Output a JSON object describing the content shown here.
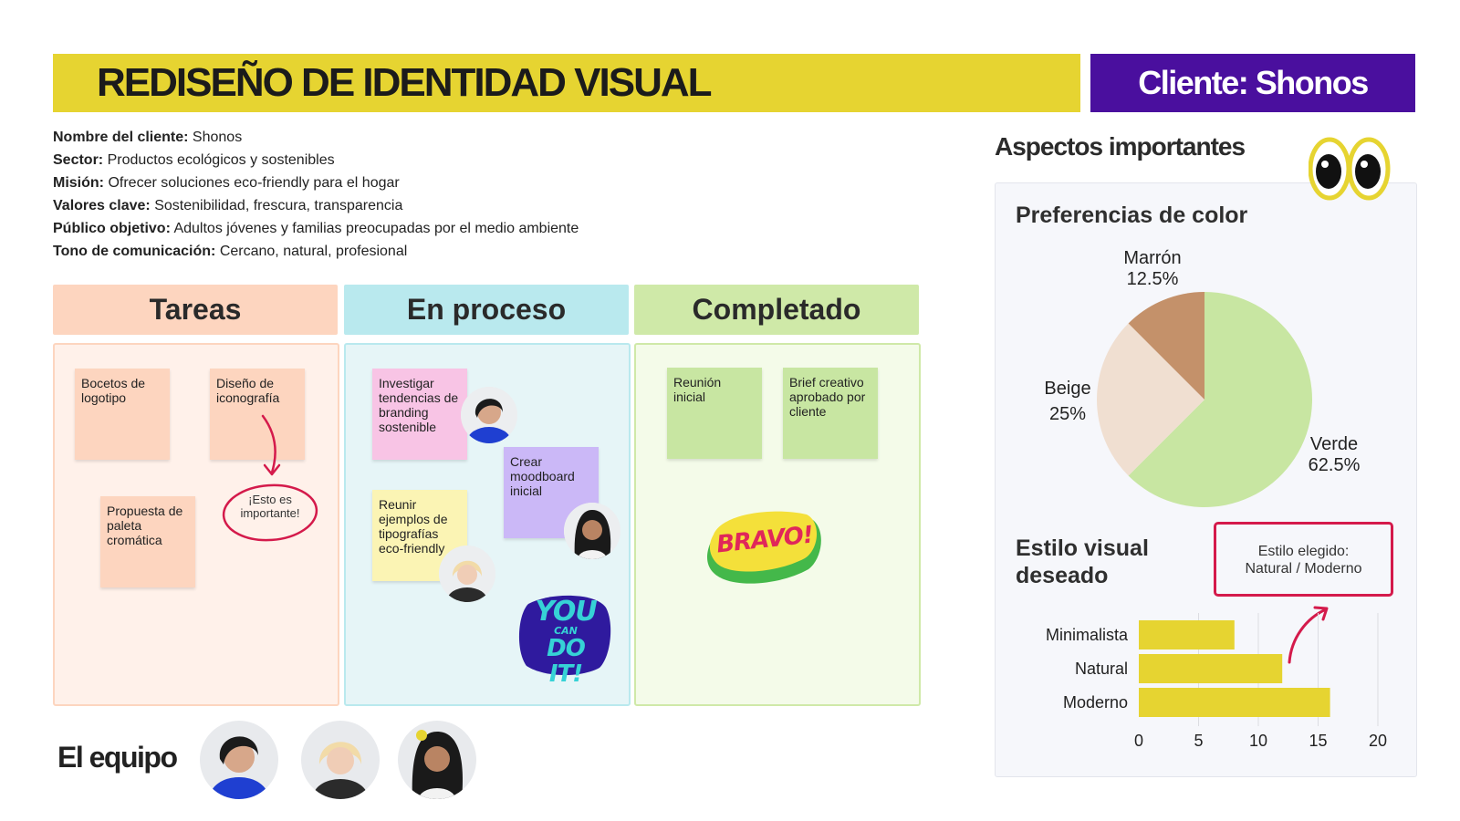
{
  "header": {
    "title": "REDISEÑO DE IDENTIDAD VISUAL",
    "client": "Cliente: Shonos"
  },
  "info": [
    {
      "key": "Nombre del cliente:",
      "value": " Shonos"
    },
    {
      "key": "Sector:",
      "value": " Productos ecológicos y sostenibles"
    },
    {
      "key": "Misión:",
      "value": " Ofrecer soluciones eco-friendly para el hogar"
    },
    {
      "key": "Valores clave:",
      "value": " Sostenibilidad, frescura, transparencia"
    },
    {
      "key": "Público objetivo:",
      "value": " Adultos jóvenes y familias preocupadas por el medio ambiente"
    },
    {
      "key": "Tono de comunicación:",
      "value": " Cercano, natural, profesional"
    }
  ],
  "board": {
    "columns": [
      {
        "title": "Tareas",
        "color": "#fdd5bf",
        "body_color": "#fff1ea",
        "notes": [
          "Bocetos de logotipo",
          "Diseño de iconografía",
          "Propuesta de paleta cromática"
        ],
        "annotation": "¡Esto es importante!"
      },
      {
        "title": "En proceso",
        "color": "#b9e9ee",
        "body_color": "#e6f5f7",
        "notes": [
          "Investigar tendencias de branding sostenible",
          "Crear moodboard inicial",
          "Reunir ejemplos de tipografías eco-friendly"
        ],
        "sticker": {
          "line1": "YOU",
          "line2": "CAN",
          "line3": "DO IT!"
        }
      },
      {
        "title": "Completado",
        "color": "#cfe9a8",
        "body_color": "#f4fbe9",
        "notes": [
          "Reunión inicial",
          "Brief creativo aprobado por cliente"
        ],
        "sticker": {
          "text": "BRAVO!"
        }
      }
    ]
  },
  "aspects": {
    "title": "Aspectos importantes",
    "eyes_icon": "eyes-icon"
  },
  "chart_data": [
    {
      "type": "pie",
      "title": "Preferencias de color",
      "slices": [
        {
          "label": "Verde",
          "display": "62.5%",
          "value": 62.5,
          "color": "#c8e6a2"
        },
        {
          "label": "Beige",
          "display": "25%",
          "value": 25,
          "color": "#f0dfd1"
        },
        {
          "label": "Marrón",
          "display": "12.5%",
          "value": 12.5,
          "color": "#c4916a"
        }
      ]
    },
    {
      "type": "bar",
      "orientation": "horizontal",
      "title": "Estilo visual deseado",
      "categories": [
        "Minimalista",
        "Natural",
        "Moderno"
      ],
      "values": [
        8,
        12,
        16
      ],
      "xlim": [
        0,
        20
      ],
      "xticks": [
        0,
        5,
        10,
        15,
        20
      ],
      "bar_color": "#e6d431",
      "grid": true,
      "annotation": {
        "line1": "Estilo elegido:",
        "line2": "Natural / Moderno"
      }
    }
  ],
  "team": {
    "label": "El equipo",
    "members": [
      "avatar-1",
      "avatar-2",
      "avatar-3"
    ]
  }
}
